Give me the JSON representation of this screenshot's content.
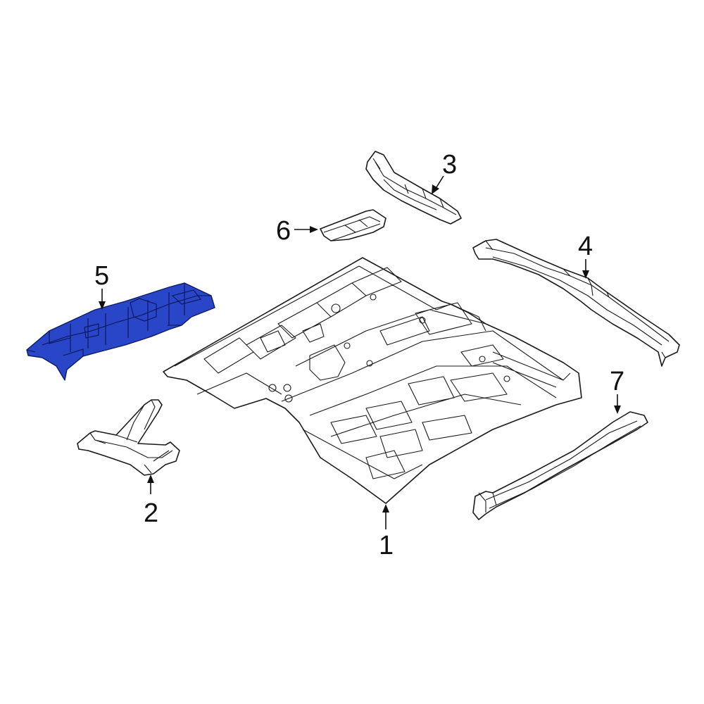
{
  "diagram": {
    "highlight_color": "#2946c8",
    "line_color": "#1a1a1a",
    "callouts": [
      {
        "id": "1",
        "label": "1",
        "part": "floor-pan"
      },
      {
        "id": "2",
        "label": "2",
        "part": "front-crossmember-bracket"
      },
      {
        "id": "3",
        "label": "3",
        "part": "seat-crossmember-rear"
      },
      {
        "id": "4",
        "label": "4",
        "part": "rear-crossmember"
      },
      {
        "id": "5",
        "label": "5",
        "part": "floor-reinforcement-highlighted"
      },
      {
        "id": "6",
        "label": "6",
        "part": "small-bracket"
      },
      {
        "id": "7",
        "label": "7",
        "part": "side-sill-rail"
      }
    ]
  }
}
